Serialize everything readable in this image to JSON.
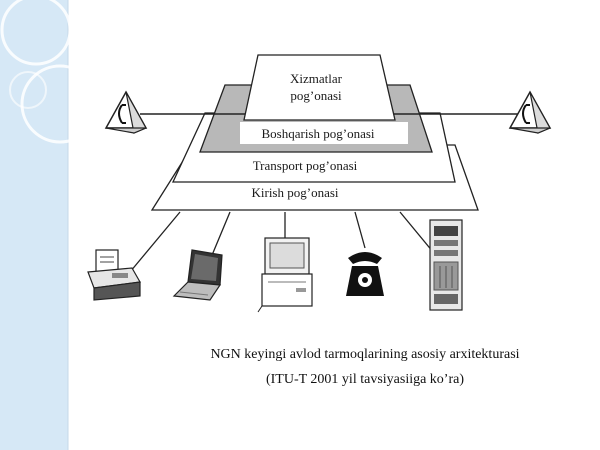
{
  "diagram": {
    "layers": {
      "services_line1": "Xizmatlar",
      "services_line2": "pog’onasi",
      "control": "Boshqarish pog’onasi",
      "transport": "Transport pog’onasi",
      "access": "Kirish pog’onasi"
    },
    "devices": [
      "fax-icon",
      "laptop-icon",
      "desktop-computer-icon",
      "telephone-icon",
      "server-icon"
    ],
    "endpoints": [
      "phone-pyramid-left-icon",
      "phone-pyramid-right-icon"
    ],
    "colors": {
      "sidebar": "#d6e8f6",
      "control_layer": "#b8b8b8",
      "outline": "#222222"
    }
  },
  "caption": {
    "line1": "NGN keyingi avlod tarmoqlarining asosiy arxitekturasi",
    "line2": "(ITU-T 2001 yil tavsiyasiiga ko’ra)"
  }
}
